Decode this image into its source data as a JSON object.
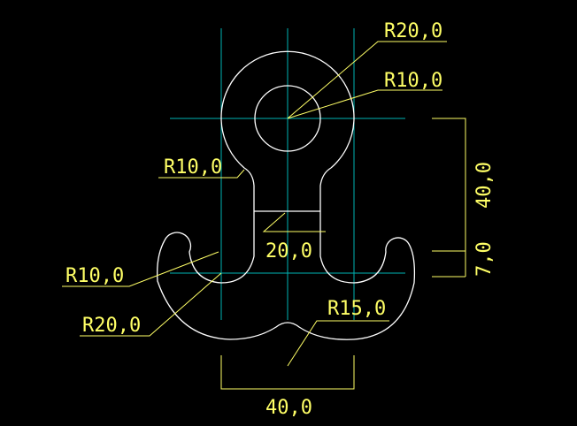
{
  "drawing": {
    "colors": {
      "background": "#000000",
      "outline": "#ffffff",
      "centerline": "#00b3b3",
      "dimension": "#ffff66"
    },
    "labels": {
      "r_outer_circle": "R20,0",
      "r_inner_circle": "R10,0",
      "r_neck_fillet": "R10,0",
      "r_hook_tip": "R10,0",
      "r_hook_curve": "R20,0",
      "r_bottom_arc": "R15,0",
      "neck_width": "20,0",
      "height_upper": "40,0",
      "height_lower": "7,0",
      "base_width": "40,0"
    }
  }
}
